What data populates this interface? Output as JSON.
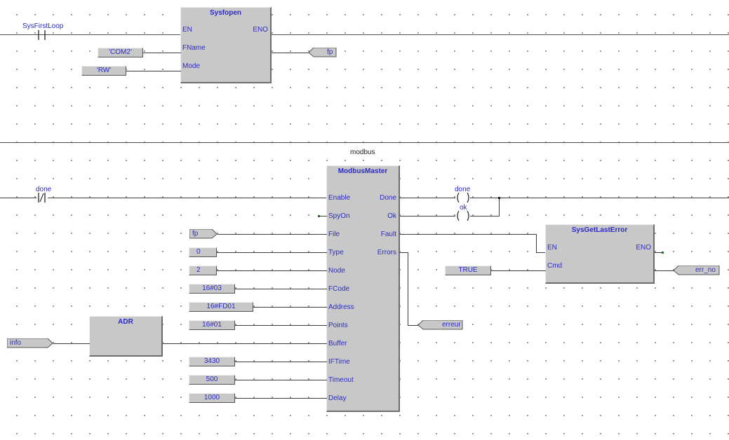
{
  "rung1": {
    "contact_label": "SysFirstLoop",
    "sysfopen": {
      "title": "Sysfopen",
      "in_en": "EN",
      "in_fname": "FName",
      "in_mode": "Mode",
      "out_eno": "ENO"
    },
    "const_com2": "'COM2'",
    "const_rw": "'RW'",
    "out_fp": "fp"
  },
  "rung2": {
    "instance_name": "modbus",
    "contact_label": "done",
    "modbus": {
      "title": "ModbusMaster",
      "inputs": [
        "Enable",
        "SpyOn",
        "File",
        "Type",
        "Node",
        "FCode",
        "Address",
        "Points",
        "Buffer",
        "IFTime",
        "Timeout",
        "Delay"
      ],
      "outputs": [
        "Done",
        "Ok",
        "Fault",
        "Errors"
      ]
    },
    "in_fp": "fp",
    "const_type": "0",
    "const_node": "2",
    "const_fcode": "16#03",
    "const_address": "16#FD01",
    "const_points": "16#01",
    "const_iftime": "3430",
    "const_timeout": "500",
    "const_delay": "1000",
    "adr_title": "ADR",
    "in_info": "info",
    "coil_done": "done",
    "coil_ok": "ok",
    "out_erreur": "erreur",
    "sysgetlasterror": {
      "title": "SysGetLastError",
      "in_en": "EN",
      "in_cmd": "Cmd",
      "out_eno": "ENO"
    },
    "const_true": "TRUE",
    "out_err_no": "err_no"
  },
  "colors": {
    "block_fill": "#c8c8c8",
    "text_blue": "#2a2acc",
    "wire": "#3a3a3a",
    "pin_dot": "#1d7a1d"
  }
}
